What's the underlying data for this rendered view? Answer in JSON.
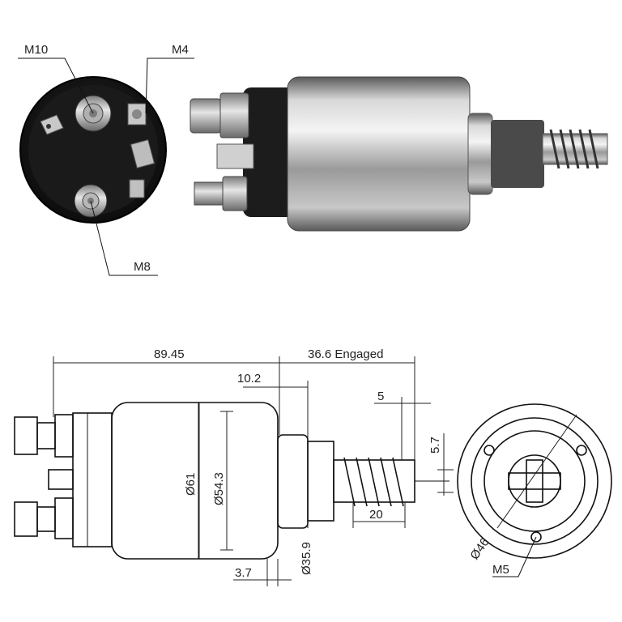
{
  "photo_labels": {
    "m10": "M10",
    "m4": "M4",
    "m8": "M8"
  },
  "dimensions": {
    "overall_length": "89.45",
    "engaged": "36.6 Engaged",
    "offset_10_2": "10.2",
    "plunger_5": "5",
    "plunger_5_7": "5.7",
    "spring_20": "20",
    "dia_61": "Ø61",
    "dia_54_3": "Ø54.3",
    "dia_35_9": "Ø35.9",
    "flange_3_7": "3.7",
    "dia_46": "Ø46",
    "thread_m5": "M5"
  }
}
